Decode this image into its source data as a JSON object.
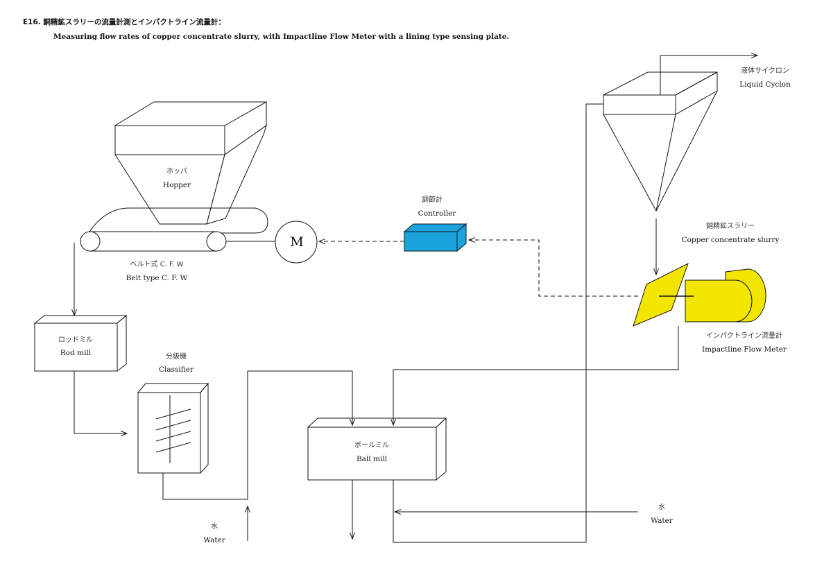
{
  "header": {
    "title": "E16. 銅精鉱スラリーの流量計測とインパクトライン流量計：",
    "subtitle": "Measuring flow rates of copper concentrate slurry, with Impactline Flow Meter with a lining type sensing plate."
  },
  "labels": {
    "hopper": {
      "jp": "ホッパ",
      "en": "Hopper"
    },
    "belt": {
      "jp": "ベルト式 C. F. W",
      "en": "Belt type C. F. W"
    },
    "motor": "M",
    "controller": {
      "jp": "調節計",
      "en": "Controller"
    },
    "cyclone": {
      "jp": "液体サイクロン",
      "en": "Liquid Cyclon"
    },
    "slurry": {
      "jp": "銅精鉱スラリー",
      "en": "Copper concentrate slurry"
    },
    "flowmeter": {
      "jp": "インパクトライン流量計",
      "en": "Impactline Flow Meter"
    },
    "rodmill": {
      "jp": "ロッドミル",
      "en": "Rod mill"
    },
    "classifier": {
      "jp": "分級機",
      "en": "Classifier"
    },
    "ballmill": {
      "jp": "ボールミル",
      "en": "Ball mill"
    },
    "water_left": {
      "jp": "水",
      "en": "Water"
    },
    "water_right": {
      "jp": "水",
      "en": "Water"
    }
  },
  "colors": {
    "controller": "#1aa3dd",
    "flowmeter": "#f2e600",
    "line": "#111111"
  }
}
